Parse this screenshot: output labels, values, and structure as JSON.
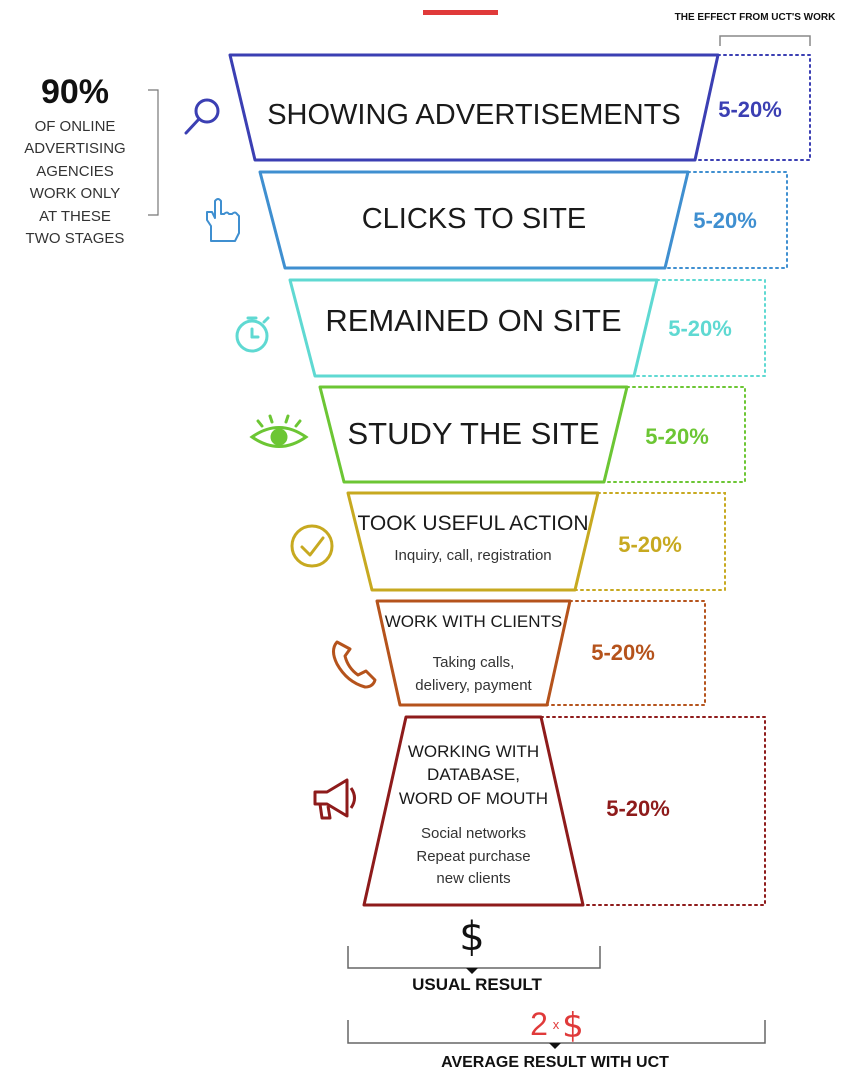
{
  "header": {
    "effect_label": "THE EFFECT FROM UCT'S WORK"
  },
  "side_note": {
    "percent": "90%",
    "lines": [
      "OF ONLINE",
      "ADVERTISING",
      "AGENCIES",
      "WORK ONLY",
      "AT THESE",
      "TWO STAGES"
    ]
  },
  "stages": [
    {
      "title": [
        "SHOWING ADVERTISEMENTS"
      ],
      "sub": [],
      "effect": "5-20%",
      "color": "#3b3fb3",
      "icon": "magnifier-icon"
    },
    {
      "title": [
        "CLICKS TO SITE"
      ],
      "sub": [],
      "effect": "5-20%",
      "color": "#3f8fd0",
      "icon": "pointer-hand-icon"
    },
    {
      "title": [
        "REMAINED ON SITE"
      ],
      "sub": [],
      "effect": "5-20%",
      "color": "#5fd9d2",
      "icon": "stopwatch-icon"
    },
    {
      "title": [
        "STUDY THE SITE"
      ],
      "sub": [],
      "effect": "5-20%",
      "color": "#6cc634",
      "icon": "eye-icon"
    },
    {
      "title": [
        "TOOK USEFUL ACTION"
      ],
      "sub": [
        "Inquiry, call, registration"
      ],
      "effect": "5-20%",
      "color": "#c7a920",
      "icon": "check-circle-icon"
    },
    {
      "title": [
        "WORK WITH CLIENTS"
      ],
      "sub": [
        "Taking calls,",
        "delivery, payment"
      ],
      "effect": "5-20%",
      "color": "#b5531c",
      "icon": "phone-icon"
    },
    {
      "title": [
        "WORKING WITH",
        "DATABASE,",
        "WORD OF MOUTH"
      ],
      "sub": [
        "Social networks",
        "Repeat purchase",
        "new clients"
      ],
      "effect": "5-20%",
      "color": "#8e1b1b",
      "icon": "megaphone-icon"
    }
  ],
  "results": {
    "usual_symbol": "$",
    "usual_label": "USUAL RESULT",
    "uct_multiplier": "2",
    "uct_x": "x",
    "uct_symbol": "$",
    "uct_label": "AVERAGE RESULT WITH UCT"
  },
  "colors": {
    "accent_red": "#e03a3a",
    "text": "#111111"
  }
}
